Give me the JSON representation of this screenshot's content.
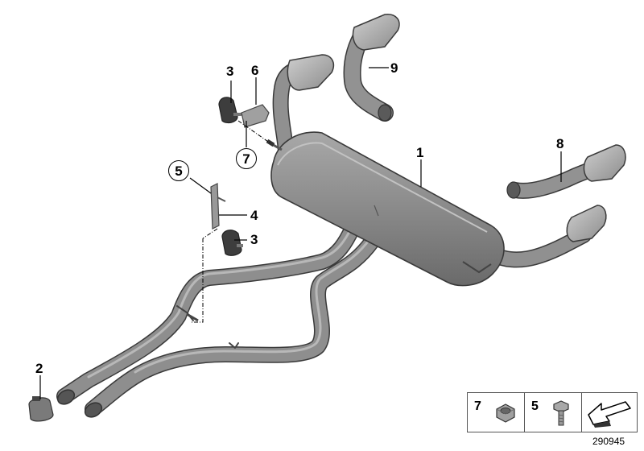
{
  "diagram": {
    "callouts": [
      {
        "id": "1",
        "label": "1"
      },
      {
        "id": "2",
        "label": "2"
      },
      {
        "id": "3a",
        "label": "3"
      },
      {
        "id": "3b",
        "label": "3"
      },
      {
        "id": "4",
        "label": "4"
      },
      {
        "id": "5",
        "label": "5"
      },
      {
        "id": "6",
        "label": "6"
      },
      {
        "id": "7",
        "label": "7"
      },
      {
        "id": "8",
        "label": "8"
      },
      {
        "id": "9",
        "label": "9"
      }
    ],
    "legend": [
      {
        "label": "7",
        "icon": "hex-nut-icon"
      },
      {
        "label": "5",
        "icon": "bolt-icon"
      },
      {
        "label": "",
        "icon": "direction-arrow-icon"
      }
    ],
    "diagram_number": "290945",
    "colors": {
      "part_fill": "#8c8c8c",
      "part_dark": "#6e6e6e",
      "part_light": "#b4b4b4",
      "outline": "#3a3a3a"
    }
  }
}
